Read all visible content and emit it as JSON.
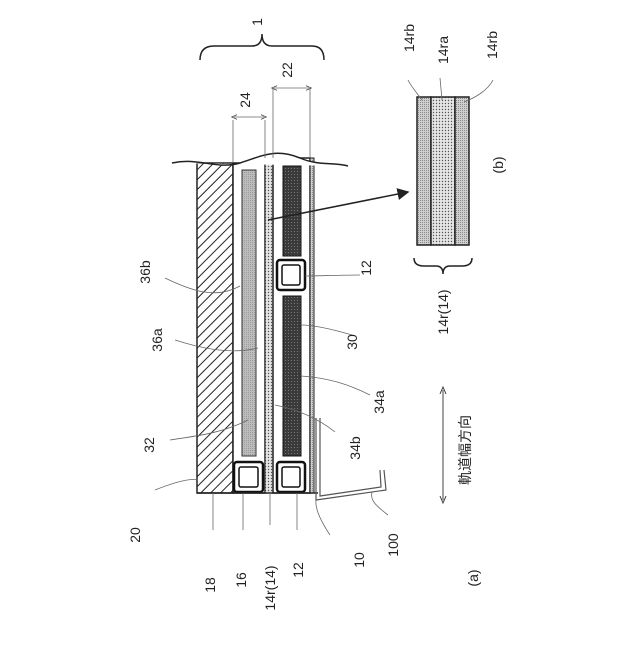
{
  "labels": {
    "assembly": "1",
    "width_22": "22",
    "width_24": "24",
    "l_36b": "36b",
    "l_36a": "36a",
    "l_32": "32",
    "l_20": "20",
    "l_18": "18",
    "l_16": "16",
    "l_14r14": "14r(14)",
    "l_12_bottom": "12",
    "l_10": "10",
    "l_100": "100",
    "l_12_right": "12",
    "l_30": "30",
    "l_34a": "34a",
    "l_34b": "34b",
    "part_a": "(a)",
    "part_b": "(b)",
    "l_14rb_left": "14rb",
    "l_14ra": "14ra",
    "l_14rb_right": "14rb",
    "l_14r14_b": "14r(14)",
    "direction": "軌道幅方向"
  }
}
